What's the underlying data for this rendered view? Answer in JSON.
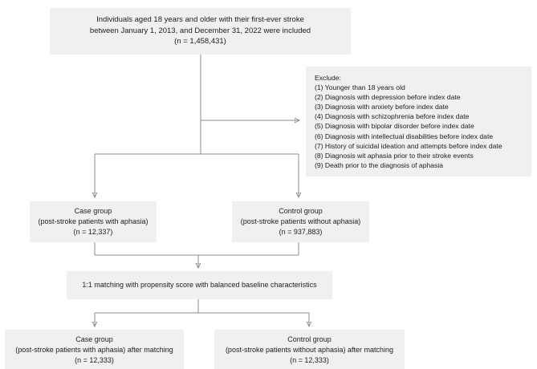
{
  "colors": {
    "box_background": "#f0f0f0",
    "connector_line": "#8c8c8c",
    "arrowhead": "#3a3a3a",
    "text": "#1d1d1d",
    "page_background": "#ffffff"
  },
  "flowchart": {
    "top_box": {
      "line1": "Individuals aged 18 years and older with their first-ever stroke",
      "line2": "between January 1, 2013, and December 31, 2022 were included",
      "line3": "(n = 1,458,431)"
    },
    "exclude_box": {
      "title": "Exclude:",
      "items": [
        "(1) Younger than 18 years old",
        "(2) Diagnosis with depression before index date",
        "(3) Diagnosis with anxiety before index date",
        "(4) Diagnosis with schizophrenia before index date",
        "(5) Diagnosis with bipolar disorder before index date",
        "(6) Diagnosis with intellectual disabilities before index date",
        "(7) History of suicidal ideation and attempts before index date",
        "(8) Diagnosis wit aphasia prior to their stroke events",
        "(9) Death prior to the diagnosis of aphasia"
      ]
    },
    "case_box": {
      "line1": "Case group",
      "line2": "(post-stroke patients with aphasia)",
      "line3": "(n = 12,337)"
    },
    "control_box": {
      "line1": "Control group",
      "line2": "(post-stroke patients without aphasia)",
      "line3": "(n = 937,883)"
    },
    "matching_box": {
      "line1": "1:1 matching with propensity score with balanced baseline characteristics"
    },
    "case_after_box": {
      "line1": "Case group",
      "line2": "(post-stroke patients with aphasia) after matching",
      "line3": "(n = 12,333)"
    },
    "control_after_box": {
      "line1": "Control group",
      "line2": "(post-stroke patients without aphasia) after matching",
      "line3": "(n = 12,333)"
    }
  }
}
